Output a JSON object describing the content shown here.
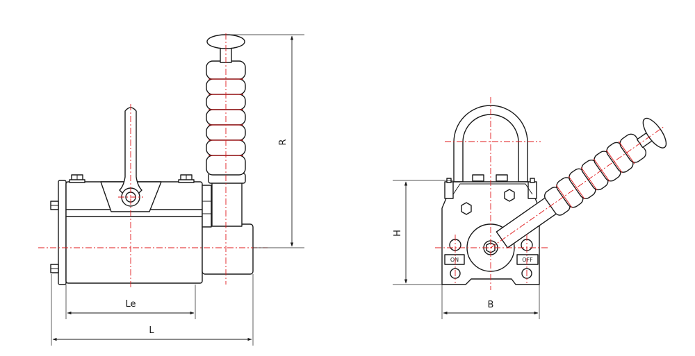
{
  "dimensions": {
    "length": "L",
    "effective_length": "Le",
    "handle_reach": "R",
    "height": "H",
    "width": "B"
  },
  "switch_labels": {
    "on": "ON",
    "off": "OFF"
  },
  "colors": {
    "line": "#1a1a1a",
    "centerline": "#e0191b",
    "background": "#ffffff"
  }
}
